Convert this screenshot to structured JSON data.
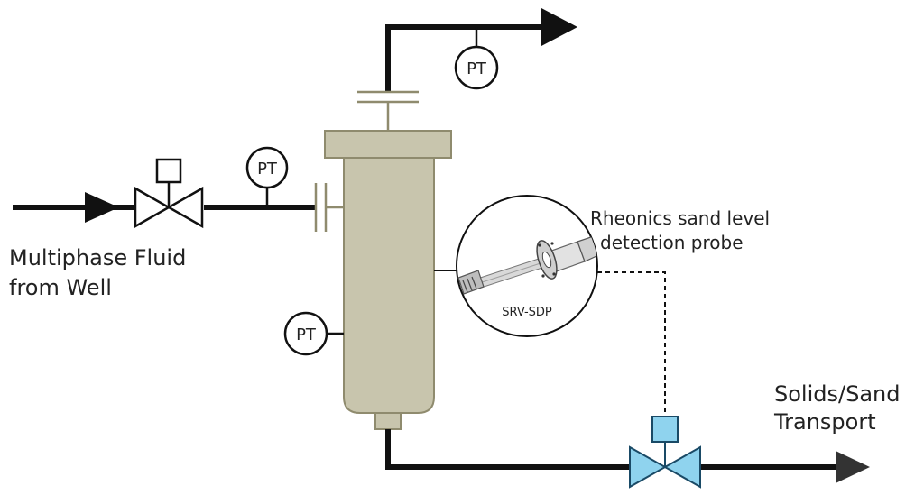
{
  "labels": {
    "inlet_line1": "Multiphase Fluid",
    "inlet_line2": "from Well",
    "outlet_line1": "Solids/Sand",
    "outlet_line2": "Transport",
    "probe_line1": "Rheonics sand level",
    "probe_line2": "detection probe",
    "probe_model": "SRV-SDP"
  },
  "instruments": {
    "pt_inlet": "PT",
    "pt_top": "PT",
    "pt_vessel": "PT"
  },
  "colors": {
    "pipe": "#111111",
    "vessel_fill": "#c8c5ad",
    "vessel_stroke": "#8f8b6e",
    "actuated_valve_fill": "#8fd3ee",
    "actuated_valve_stroke": "#1a4a66",
    "outlet_arrow": "#333333"
  }
}
